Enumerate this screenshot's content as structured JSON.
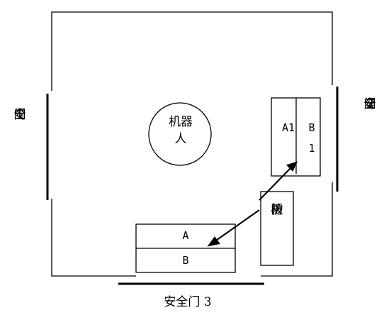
{
  "diagram": {
    "robot": {
      "line1": "机器",
      "line2": "人"
    },
    "safety_door_1": {
      "chars": [
        "安",
        "全",
        "门"
      ],
      "num": "1"
    },
    "safety_door_2": {
      "chars": [
        "安",
        "全",
        "门"
      ],
      "num": "2"
    },
    "safety_door_3": {
      "label": "安全门 3"
    },
    "station_ab": {
      "a": "A",
      "b": "B"
    },
    "station_a1b1": {
      "a1": "A1",
      "b": "B",
      "one": "1"
    },
    "guard_plate": {
      "chars": [
        "防",
        "护",
        "板"
      ]
    }
  }
}
